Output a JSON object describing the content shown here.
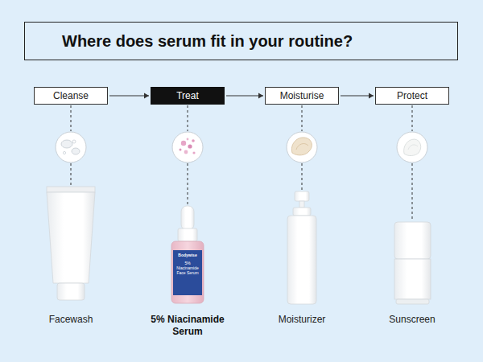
{
  "diagram": {
    "title": "Where does serum fit in your routine?",
    "nodes": [
      {
        "text": [
          "Cleanse"
        ]
      },
      {
        "text": [
          "Treat"
        ]
      },
      {
        "text": [
          "Moisturise"
        ]
      },
      {
        "text": [
          "Protect"
        ]
      }
    ],
    "edges": [
      {
        "from": 0,
        "to": 1,
        "arrow": "to"
      },
      {
        "from": 1,
        "to": 2,
        "arrow": "to"
      },
      {
        "from": 2,
        "to": 3,
        "arrow": "to"
      }
    ],
    "labels": [
      "Facewash",
      "5% Niacinamide Serum",
      "Moisturizer",
      "Sunscreen",
      "Bodywise",
      "5% Niacinamide Face Serum"
    ]
  }
}
